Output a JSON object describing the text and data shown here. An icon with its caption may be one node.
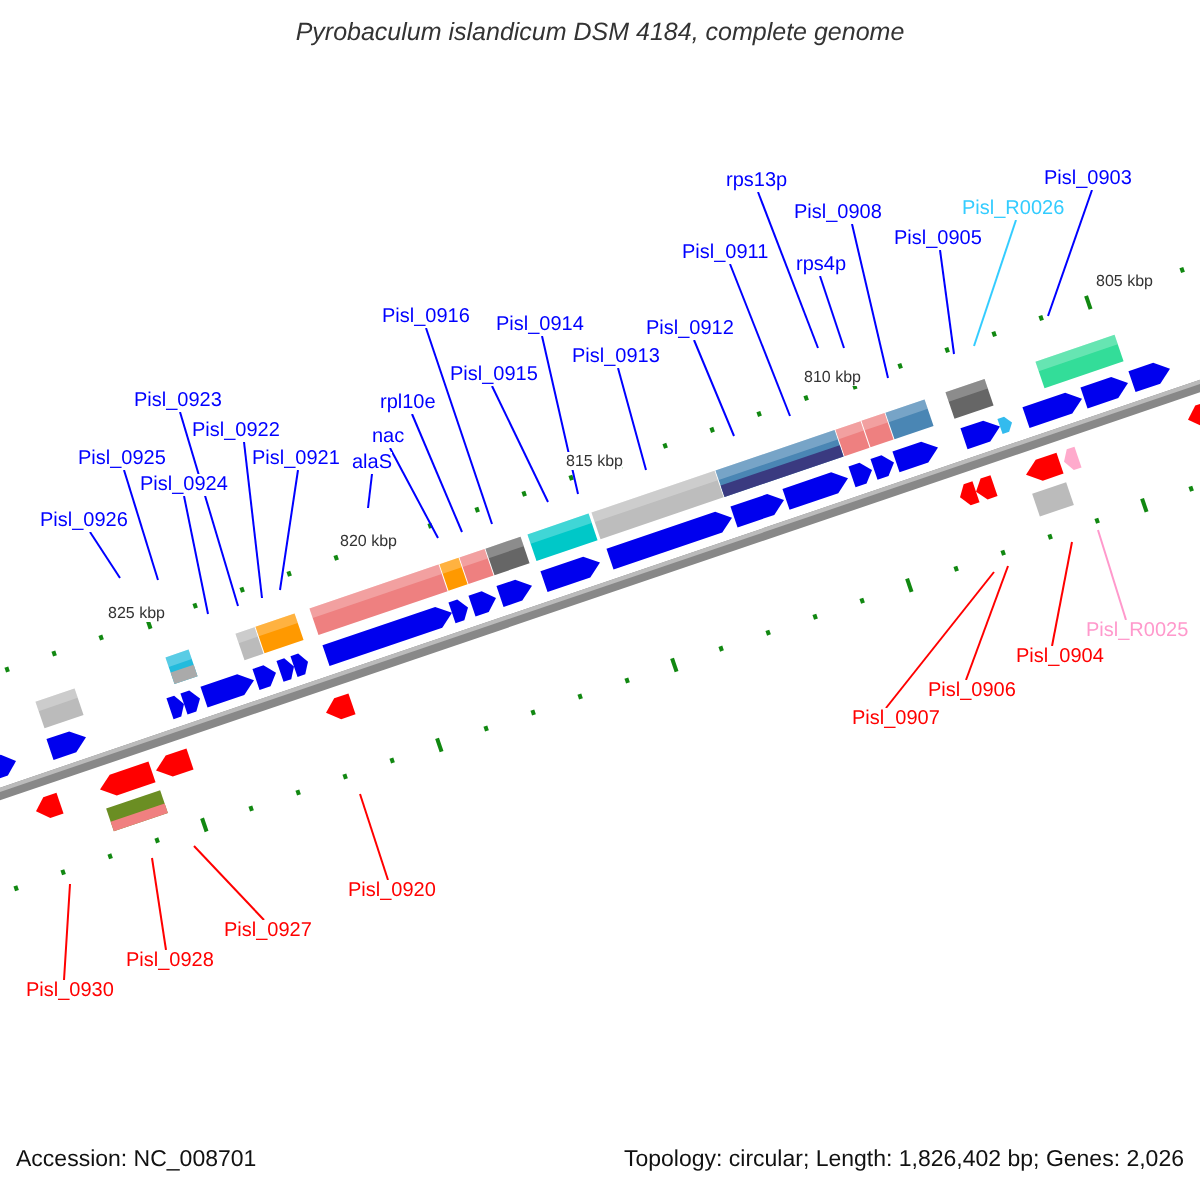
{
  "diagram": {
    "title": "Pyrobaculum islandicum DSM 4184, complete genome",
    "nodes": [
      {
        "text": [
          "rps13p"
        ]
      },
      {
        "text": [
          "Pisl_0903"
        ]
      },
      {
        "text": [
          "Pisl_0908"
        ]
      },
      {
        "text": [
          "Pisl_R0026"
        ]
      },
      {
        "text": [
          "Pisl_0905"
        ]
      },
      {
        "text": [
          "Pisl_0911"
        ]
      },
      {
        "text": [
          "rps4p"
        ]
      },
      {
        "text": [
          "Pisl_0916"
        ]
      },
      {
        "text": [
          "Pisl_0914"
        ]
      },
      {
        "text": [
          "Pisl_0912"
        ]
      },
      {
        "text": [
          "Pisl_0913"
        ]
      },
      {
        "text": [
          "Pisl_0915"
        ]
      },
      {
        "text": [
          "Pisl_0923"
        ]
      },
      {
        "text": [
          "Pisl_0922"
        ]
      },
      {
        "text": [
          "rpl10e"
        ]
      },
      {
        "text": [
          "nac"
        ]
      },
      {
        "text": [
          "alaS"
        ]
      },
      {
        "text": [
          "Pisl_0925"
        ]
      },
      {
        "text": [
          "Pisl_0921"
        ]
      },
      {
        "text": [
          "Pisl_0924"
        ]
      },
      {
        "text": [
          "Pisl_0926"
        ]
      },
      {
        "text": [
          "Pisl_R0025"
        ]
      },
      {
        "text": [
          "Pisl_0904"
        ]
      },
      {
        "text": [
          "Pisl_0906"
        ]
      },
      {
        "text": [
          "Pisl_0907"
        ]
      },
      {
        "text": [
          "Pisl_0920"
        ]
      },
      {
        "text": [
          "Pisl_0927"
        ]
      },
      {
        "text": [
          "Pisl_0928"
        ]
      },
      {
        "text": [
          "Pisl_0930"
        ]
      }
    ],
    "edges": [
      {
        "from": 0,
        "to": null,
        "arrow": "none"
      },
      {
        "from": 1,
        "to": null,
        "arrow": "none"
      },
      {
        "from": 2,
        "to": null,
        "arrow": "none"
      },
      {
        "from": 3,
        "to": null,
        "arrow": "none",
        "color": "#33ccff"
      },
      {
        "from": 4,
        "to": null,
        "arrow": "none"
      },
      {
        "from": 5,
        "to": null,
        "arrow": "none"
      },
      {
        "from": 6,
        "to": null,
        "arrow": "none"
      },
      {
        "from": 7,
        "to": null,
        "arrow": "none"
      },
      {
        "from": 8,
        "to": null,
        "arrow": "none"
      },
      {
        "from": 9,
        "to": null,
        "arrow": "none"
      },
      {
        "from": 10,
        "to": null,
        "arrow": "none"
      },
      {
        "from": 11,
        "to": null,
        "arrow": "none"
      },
      {
        "from": 12,
        "to": null,
        "arrow": "none"
      },
      {
        "from": 13,
        "to": null,
        "arrow": "none"
      },
      {
        "from": 14,
        "to": null,
        "arrow": "none"
      },
      {
        "from": 15,
        "to": null,
        "arrow": "none"
      },
      {
        "from": 16,
        "to": null,
        "arrow": "none"
      },
      {
        "from": 17,
        "to": null,
        "arrow": "none"
      },
      {
        "from": 18,
        "to": null,
        "arrow": "none"
      },
      {
        "from": 19,
        "to": null,
        "arrow": "none"
      },
      {
        "from": 20,
        "to": null,
        "arrow": "none"
      },
      {
        "from": 21,
        "to": null,
        "arrow": "none",
        "color": "#ff99cc"
      },
      {
        "from": 22,
        "to": null,
        "arrow": "none",
        "color": "#ff0000"
      },
      {
        "from": 23,
        "to": null,
        "arrow": "none",
        "color": "#ff0000"
      },
      {
        "from": 24,
        "to": null,
        "arrow": "none",
        "color": "#ff0000"
      },
      {
        "from": 25,
        "to": null,
        "arrow": "none",
        "color": "#ff0000"
      },
      {
        "from": 26,
        "to": null,
        "arrow": "none",
        "color": "#ff0000"
      },
      {
        "from": 27,
        "to": null,
        "arrow": "none",
        "color": "#ff0000"
      },
      {
        "from": 28,
        "to": null,
        "arrow": "none",
        "color": "#ff0000"
      }
    ],
    "labels": [
      "805 kbp",
      "810 kbp",
      "815 kbp",
      "820 kbp",
      "825 kbp",
      "Accession: NC_008701",
      "Topology: circular; Length: 1,826,402 bp; Genes: 2,026"
    ]
  }
}
